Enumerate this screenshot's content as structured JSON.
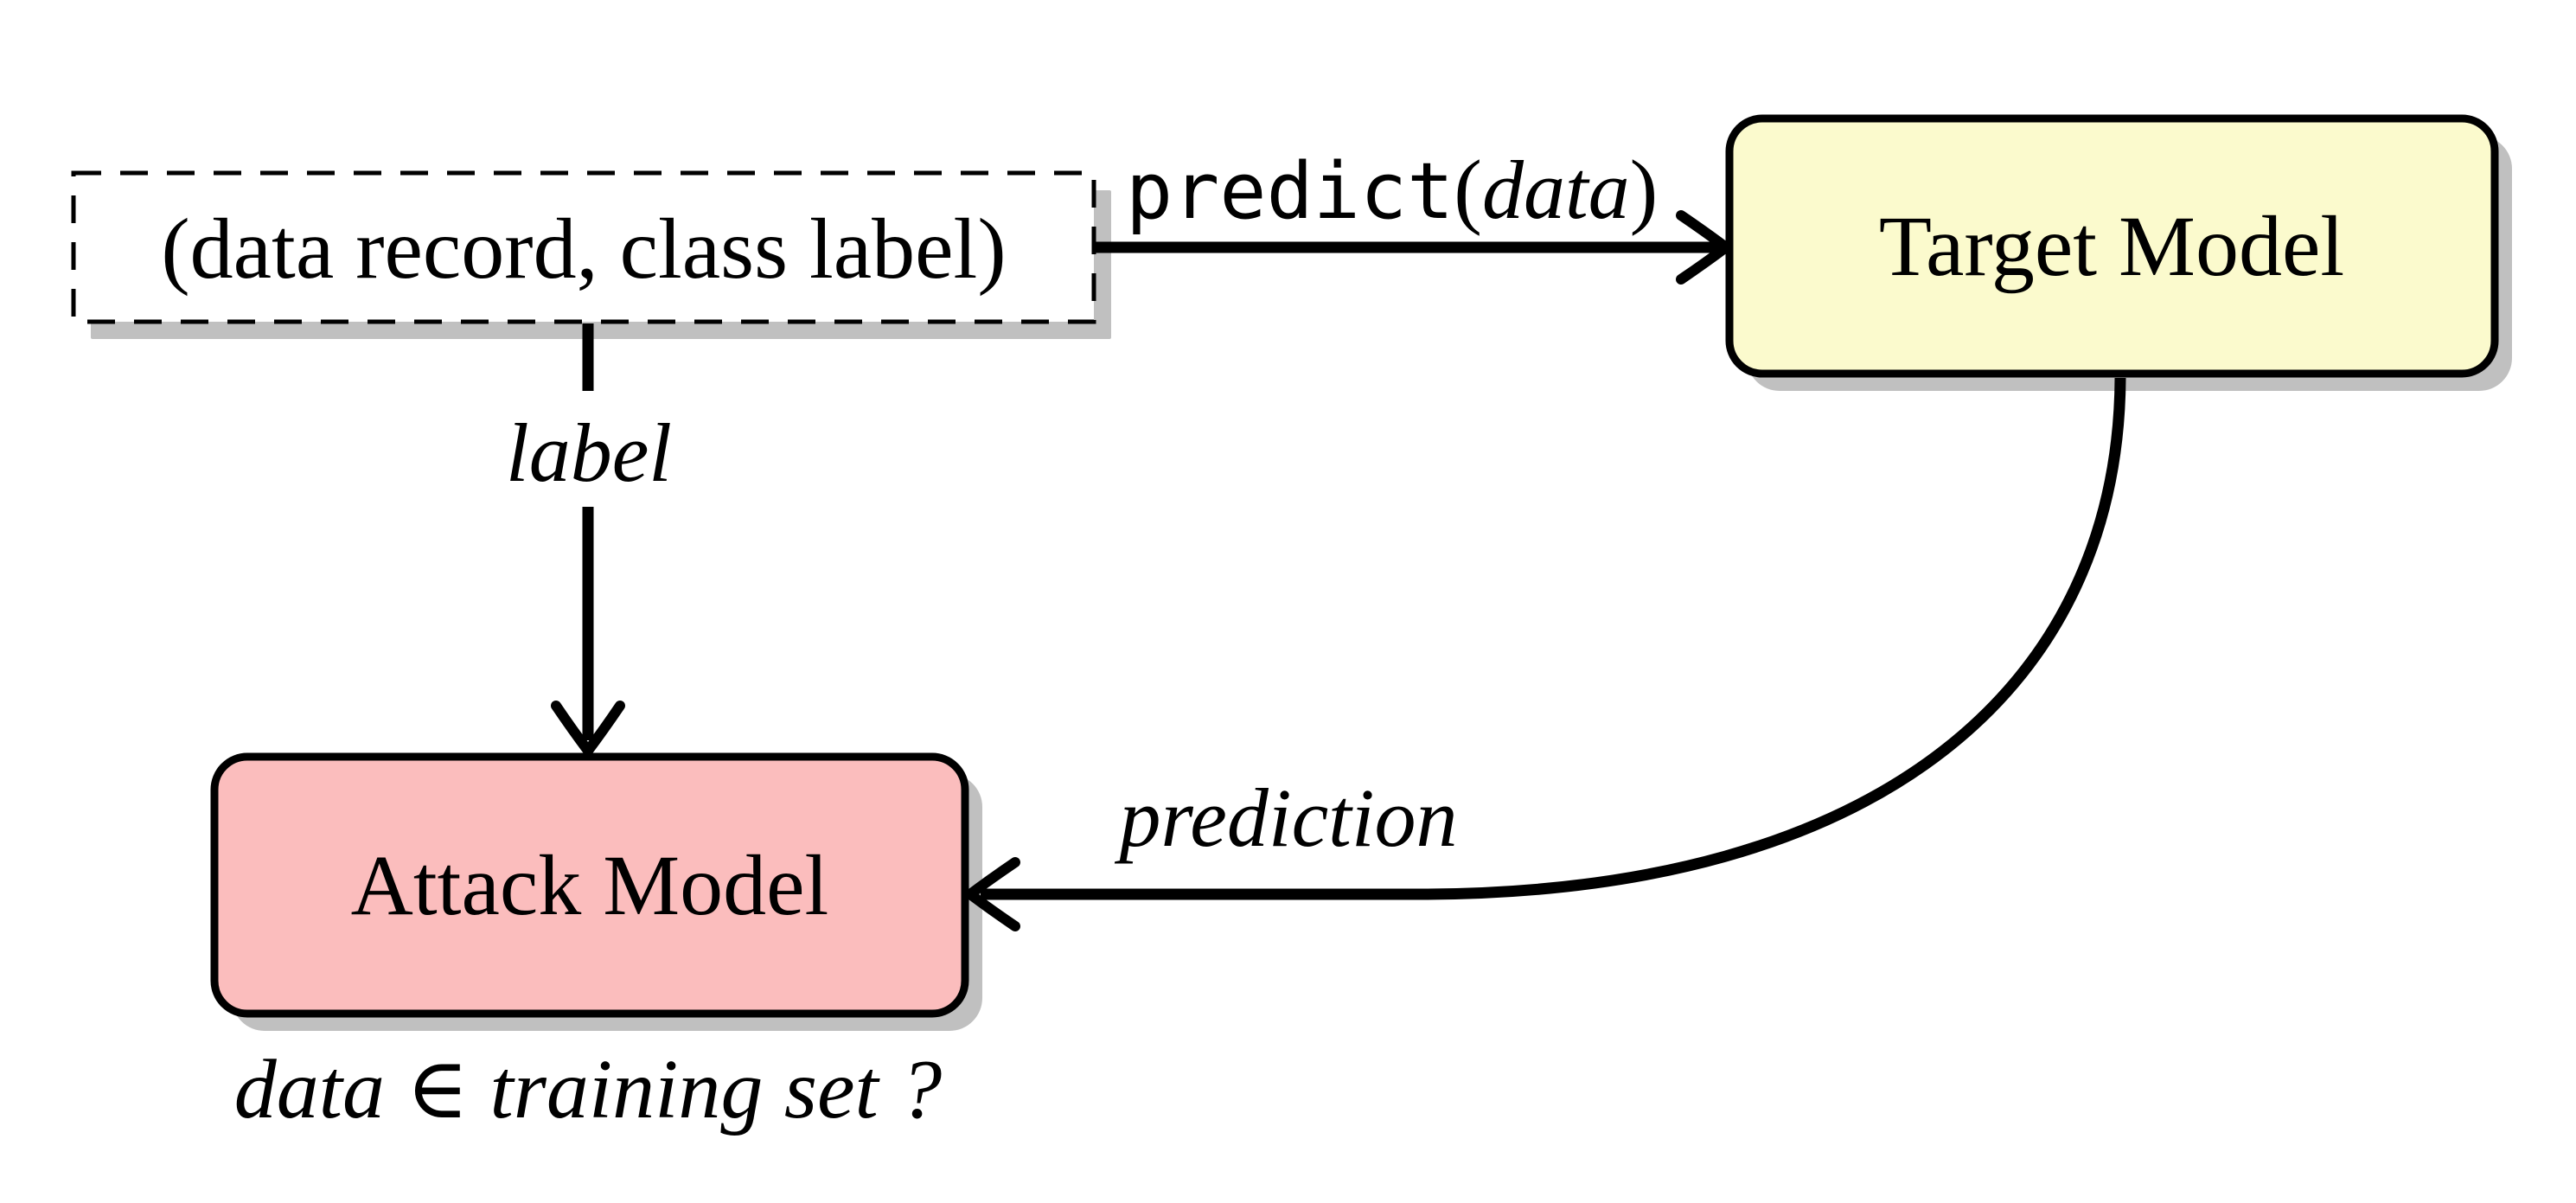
{
  "diagram_title": "membership-inference-attack-overview",
  "nodes": {
    "data_record": {
      "label": "(data record, class label)",
      "fill": "#FFFFFF"
    },
    "target_model": {
      "label": "Target Model",
      "fill": "#FBFACD"
    },
    "attack_model": {
      "label": "Attack Model",
      "fill": "#FBBDBD"
    }
  },
  "edges": {
    "predict": {
      "fn": "predict",
      "open_paren": "(",
      "arg": "data",
      "close_paren": ")"
    },
    "label_edge": {
      "text": "label"
    },
    "prediction_edge": {
      "text": "prediction"
    }
  },
  "caption": {
    "question": "data ∈ training set ?"
  },
  "colors": {
    "shadow": "#C0C0C0",
    "stroke": "#000000",
    "background": "#FFFFFF"
  }
}
